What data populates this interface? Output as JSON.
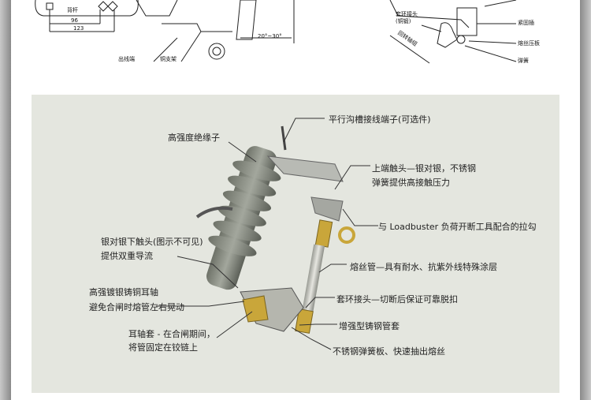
{
  "top_drawing": {
    "left_labels": {
      "rod": "背杆",
      "dim1": "96",
      "dim2": "123",
      "outlet": "出线端",
      "bracket": "铜支架",
      "angle": "20°~30°"
    },
    "right_labels": {
      "ring_joint": "套环接头",
      "ring_joint_sub": "(铜锻)",
      "pivot": "回转轴组",
      "fastener": "紧固插",
      "fuse_plate": "熔丝压板",
      "spring": "弹簧"
    }
  },
  "callouts": [
    "平行沟槽接线端子(可选件)",
    "高强度绝缘子",
    "上端触头—银对银，不锈钢",
    "弹簧提供高接触压力",
    "与 Loadbuster 负荷开断工具配合的拉勾",
    "银对银下触头(图示不可见)",
    "提供双重导流",
    "熔丝管—具有耐水、抗紫外线特殊涂层",
    "高强镀银铸铜耳轴",
    "避免合闸时熔管左右晃动",
    "套环接头—切断后保证可靠脱扣",
    "增强型铸钢管套",
    "耳轴套 - 在合闸期间，",
    "将管固定在铰链上",
    "不锈钢弹簧板、快速抽出熔丝"
  ]
}
